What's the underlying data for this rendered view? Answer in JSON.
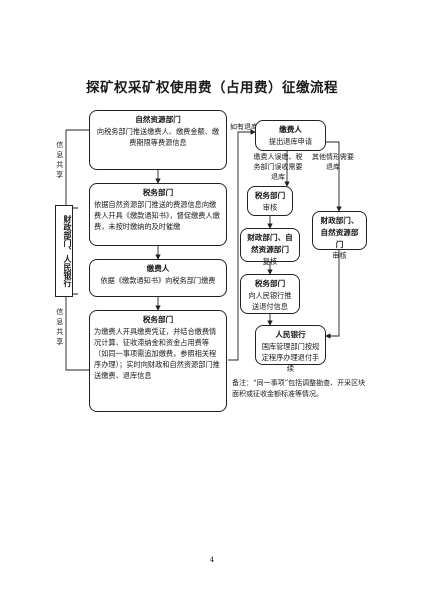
{
  "title": "探矿权采矿权使用费（占用费）征缴流程",
  "nodes": {
    "zr_push": {
      "head": "自然资源部门",
      "text": "向税务部门推送缴费人、缴费金额、缴费期限等费源信息"
    },
    "sw_notice": {
      "head": "税务部门",
      "text": "依据自然资源部门推送的费源信息向缴费人开具《缴款通知书》，督促缴费人缴费，未按时缴纳的及时催缴"
    },
    "payer_apply": {
      "head": "缴费人",
      "text": "依据《缴款通知书》向税务部门缴费"
    },
    "sw_issue": {
      "head": "税务部门",
      "text": "为缴费人开具缴费凭证，并结合缴费情况计算、征收滞纳金和资金占用费等（如同一事项需追加缴费，参照相关程序办理）；实时向财政和自然资源部门推送缴费、退库信息"
    },
    "refund_payer": {
      "head": "缴费人",
      "text": "提出退库申请"
    },
    "sw_review": {
      "head": "税务部门",
      "text": "审核"
    },
    "recheck": {
      "head": "财政部门、自然资源部门",
      "text": "复核"
    },
    "zr_other": {
      "head": "财政部门、自然资源部门",
      "text": "审核"
    },
    "sw_send": {
      "head": "税务部门",
      "text": "向人民银行推送退付信息"
    },
    "pboc": {
      "head": "人民银行",
      "text": "国库管理部门按规定程序办理退付手续"
    }
  },
  "finance": "财政部门、人民银行",
  "labels": {
    "share_top": "信息共享",
    "share_bottom": "信息共享",
    "refund_if": "如有退库",
    "payer_mistake": "缴费人误缴、税务部门误收需要退库",
    "other_case": "其他情形需要退库"
  },
  "note": "备注：“同一事项”包括调整勘查、开采区块面积或征收金额标准等情况。",
  "page_number": "4"
}
